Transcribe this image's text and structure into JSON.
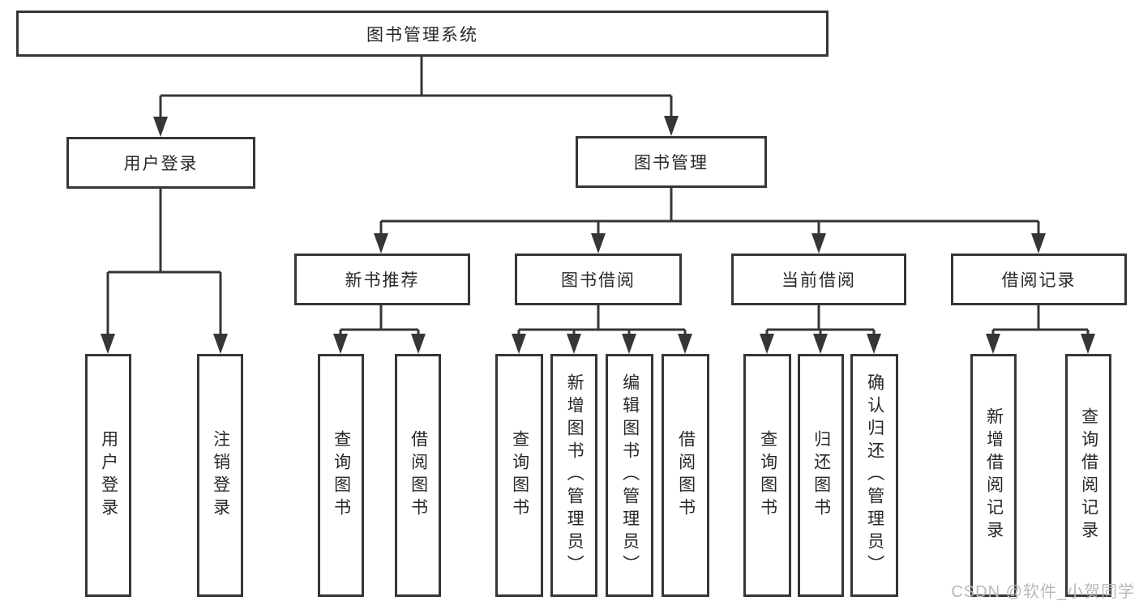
{
  "colors": {
    "line": "#363636",
    "text": "#282828",
    "watermark": "#b9b9b9",
    "background": "#ffffff"
  },
  "nodes": {
    "root": "图书管理系统",
    "level1": {
      "user_login": "用户登录",
      "book_management": "图书管理"
    },
    "level2": {
      "new_book_recommend": "新书推荐",
      "book_borrowing": "图书借阅",
      "current_borrowing": "当前借阅",
      "borrowing_records": "借阅记录"
    },
    "leaves": {
      "user_login": "用户登录",
      "logout": "注销登录",
      "rec_query_books": "查询图书",
      "rec_borrow_books": "借阅图书",
      "bb_query_books": "查询图书",
      "bb_add_books": "新增图书（管理员）",
      "bb_edit_books": "编辑图书（管理员）",
      "bb_borrow_books": "借阅图书",
      "cb_query_books": "查询图书",
      "cb_return_books": "归还图书",
      "cb_confirm_return": "确认归还（管理员）",
      "br_add_record": "新增借阅记录",
      "br_query_record": "查询借阅记录"
    }
  },
  "watermark": {
    "text": "CSDN @软件_小贺同学"
  }
}
